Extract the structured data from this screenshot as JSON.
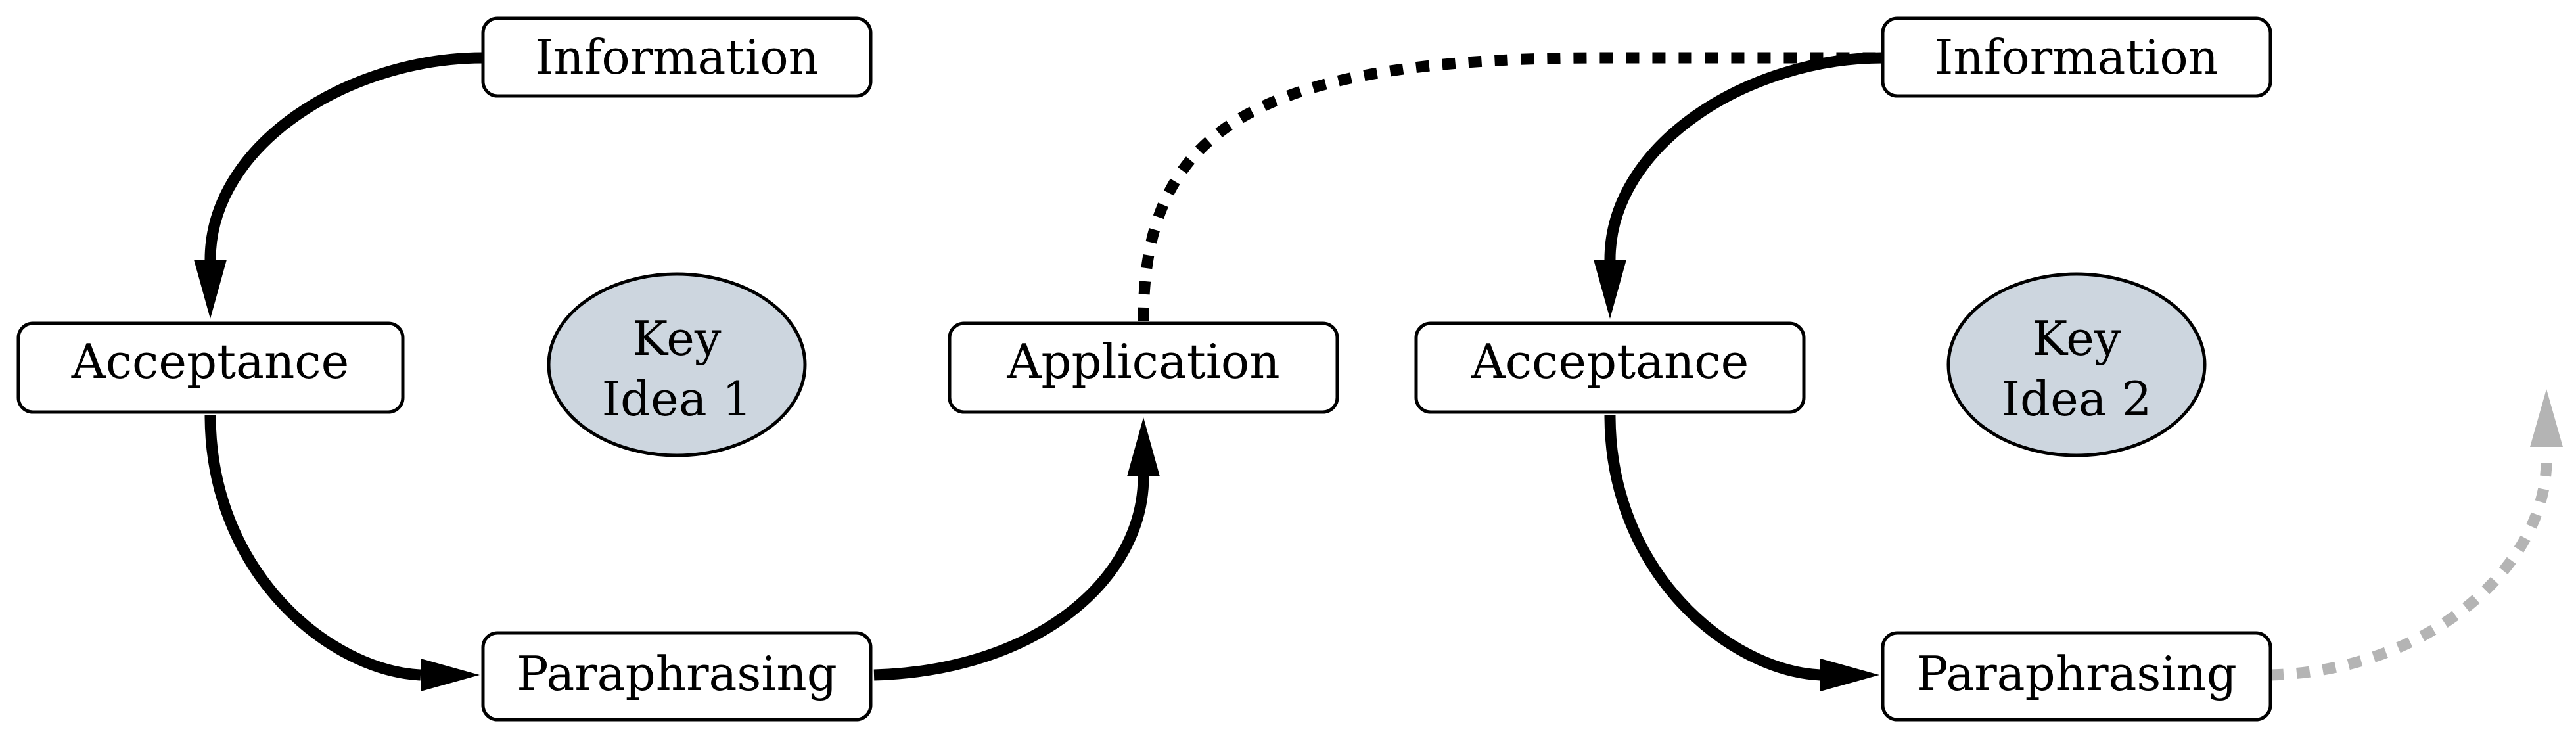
{
  "cycles": [
    {
      "information": "Information",
      "acceptance": "Acceptance",
      "paraphrasing": "Paraphrasing",
      "application": "Application",
      "key_idea_line1": "Key",
      "key_idea_line2": "Idea 1"
    },
    {
      "information": "Information",
      "acceptance": "Acceptance",
      "paraphrasing": "Paraphrasing",
      "key_idea_line1": "Key",
      "key_idea_line2": "Idea 2"
    }
  ],
  "colors": {
    "node_border": "#000000",
    "node_fill": "#ffffff",
    "key_idea_fill": "#cdd6df",
    "solid_arrow": "#000000",
    "continuation_arrow": "#b4b4b4"
  }
}
